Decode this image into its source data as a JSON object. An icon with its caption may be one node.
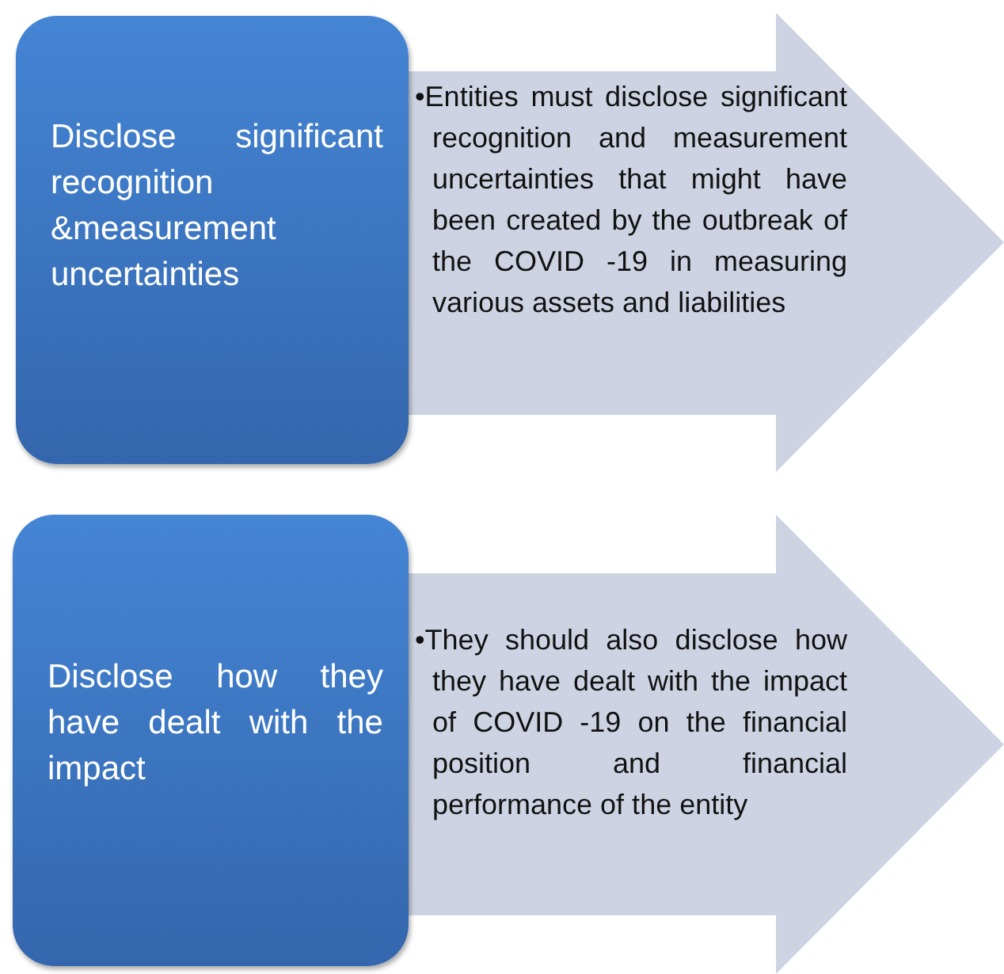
{
  "diagram": {
    "nodes": [
      {
        "text": [
          "Disclose significant recognition &measurement uncertainties"
        ]
      },
      {
        "text": [
          "•Entities must disclose significant recognition and measurement uncertainties that might have been created by the outbreak of the COVID -19 in measuring various assets and liabilities"
        ]
      },
      {
        "text": [
          "Disclose how they have dealt with the impact"
        ]
      },
      {
        "text": [
          "•They should also disclose how they have dealt with the impact of COVID -19 on the financial position and financial performance of the entity"
        ]
      }
    ]
  }
}
